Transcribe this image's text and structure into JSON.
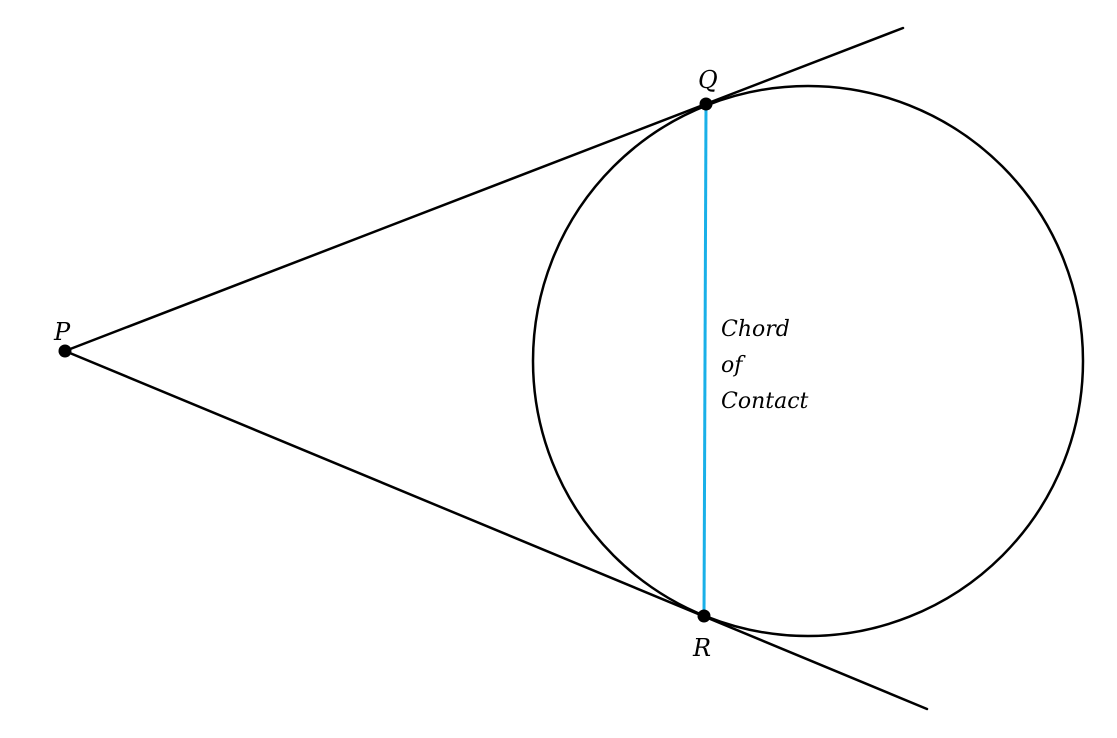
{
  "points": {
    "p": "P",
    "q": "Q",
    "r": "R"
  },
  "chord_annotation": {
    "line1": "Chord",
    "line2": "of",
    "line3": "Contact"
  },
  "colors": {
    "stroke": "#000000",
    "chord": "#1ab0e8",
    "point": "#000000"
  }
}
